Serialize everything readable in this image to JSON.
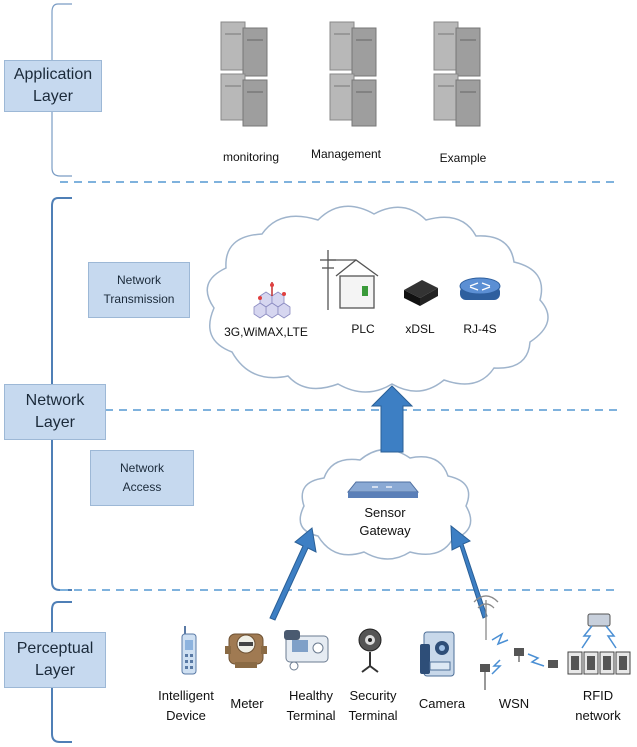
{
  "layers": {
    "application": "Application Layer",
    "network": "Network Layer",
    "perceptual": "Perceptual Layer"
  },
  "sublayers": {
    "transmission": "Network Transmission",
    "access": "Network Access"
  },
  "application_items": [
    "monitoring",
    "Management",
    "Example"
  ],
  "transmission_items": [
    "3G,WiMAX,LTE",
    "PLC",
    "xDSL",
    "RJ-4S"
  ],
  "gateway": "Sensor Gateway",
  "perceptual_items": [
    "Intelligent Device",
    "Meter",
    "Healthy Terminal",
    "Security Terminal",
    "Camera",
    "WSN",
    "RFID network"
  ],
  "colors": {
    "label_bg": "#c6d9ef",
    "arrow": "#3d7fc4",
    "dashed": "#7fb2dd"
  }
}
